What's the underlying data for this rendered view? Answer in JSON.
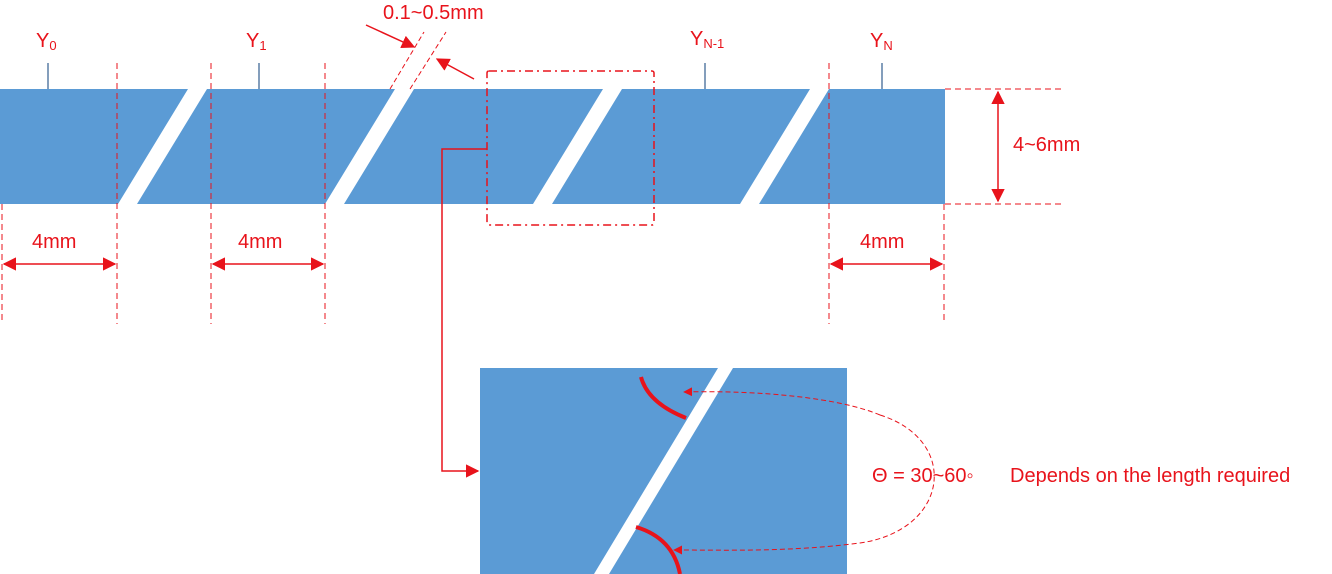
{
  "colors": {
    "strip": "#5b9bd5",
    "annotation": "#e8131b",
    "tick": "#5a7ea6",
    "background": "#ffffff"
  },
  "labels": {
    "y0": {
      "base": "Y",
      "sub": "0"
    },
    "y1": {
      "base": "Y",
      "sub": "1"
    },
    "yn1": {
      "base": "Y",
      "sub": "N-1"
    },
    "yn": {
      "base": "Y",
      "sub": "N"
    },
    "gap": "0.1~0.5mm",
    "height": "4~6mm",
    "seg_width_1": "4mm",
    "seg_width_2": "4mm",
    "seg_width_3": "4mm",
    "angle": "Θ = 30~60◦",
    "note": "Depends on the length required"
  }
}
